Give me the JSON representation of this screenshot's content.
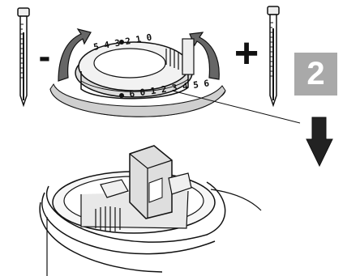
{
  "illustration": {
    "minus_label": "-",
    "plus_label": "+",
    "step_number": "2",
    "ring_scale_front": "6 0 1 2 3 4 5 6",
    "ring_scale_back": "5 4 3 2 1 0",
    "colors": {
      "badge": "#a9a9a9",
      "line": "#111111",
      "ring_shade": "#cfcfcf",
      "ring_dark": "#8a8a8a"
    },
    "icons": [
      "thermometer-left-icon",
      "thermometer-right-icon",
      "rotate-left-arrow-icon",
      "rotate-right-arrow-icon",
      "down-arrow-icon"
    ]
  }
}
